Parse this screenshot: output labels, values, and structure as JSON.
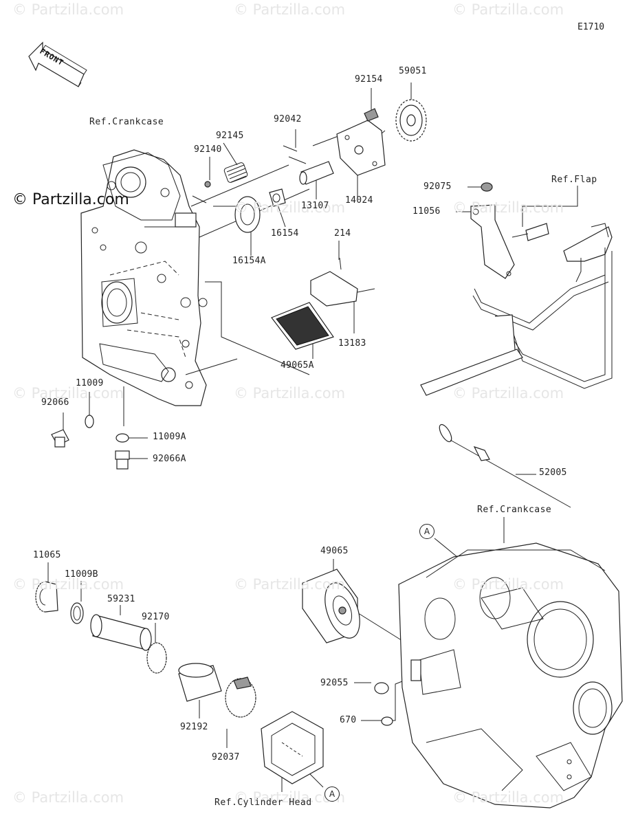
{
  "diagram_code": "E1710",
  "front_label": "FRONT",
  "watermarks": {
    "faint": "© Partzilla.com",
    "main": "© Partzilla.com"
  },
  "refs": {
    "crankcase_top": "Ref.Crankcase",
    "flap": "Ref.Flap",
    "crankcase_bottom": "Ref.Crankcase",
    "cylinder_head": "Ref.Cylinder Head",
    "callout_a1": "A",
    "callout_a2": "A"
  },
  "parts": {
    "p92154": "92154",
    "p59051": "59051",
    "p92042": "92042",
    "p92145": "92145",
    "p92140": "92140",
    "p13107": "13107",
    "p14024": "14024",
    "p16154": "16154",
    "p16154A": "16154A",
    "p214": "214",
    "p13183": "13183",
    "p49065A": "49065A",
    "p92075": "92075",
    "p11056": "11056",
    "p11009": "11009",
    "p92066": "92066",
    "p11009A": "11009A",
    "p92066A": "92066A",
    "p52005": "52005",
    "p11065": "11065",
    "p11009B": "11009B",
    "p59231": "59231",
    "p92170": "92170",
    "p49065": "49065",
    "p92192": "92192",
    "p92037": "92037",
    "p92055": "92055",
    "p670": "670"
  }
}
